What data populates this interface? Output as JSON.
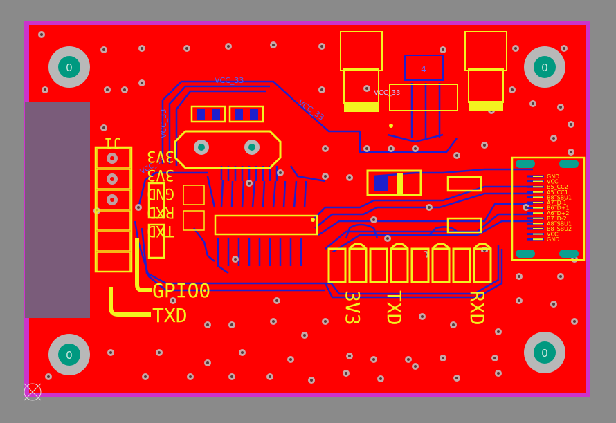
{
  "colors": {
    "background": "#8a8a8a",
    "board_outline": "#cc33cc",
    "copper_top": "#ff0000",
    "copper_bottom_trace": "#1f1fcc",
    "silkscreen": "#f3f31f",
    "pad_teal": "#009980",
    "via_ring": "#b8b8b8",
    "connector_body": "#7a5c7a",
    "usb_oval_pad": "#0aa090"
  },
  "mounting_holes": [
    {
      "label": "0"
    },
    {
      "label": "0"
    },
    {
      "label": "0"
    },
    {
      "label": "0"
    }
  ],
  "net_labels": {
    "vcc33_top": "VCC_33",
    "vcc33_vertical": "VCC_33",
    "vcc33_diag": "VCC_33",
    "vcc33_regulator": "VCC_33",
    "vcc33_left": "VCC_33",
    "reg_mark": "4"
  },
  "header_silk": {
    "j1": "J1",
    "pins": [
      "3V3",
      "3V3",
      "GND",
      "RXD",
      "TXD"
    ]
  },
  "silk_labels": {
    "gpio": "GPIO0",
    "txd_left": "TXD",
    "pin_3v3": "3V3",
    "pin_txd": "TXD",
    "pin_rxd": "RXD"
  },
  "usb_pins": [
    "GND",
    "VCC",
    "B5_CC2",
    "A5_CC1",
    "B8_SBU1",
    "A7_D-1",
    "B6_D+1",
    "A6_D+2",
    "B7_D-2",
    "A8_SBU1",
    "B8_SBU2",
    "VCC",
    "GND"
  ]
}
